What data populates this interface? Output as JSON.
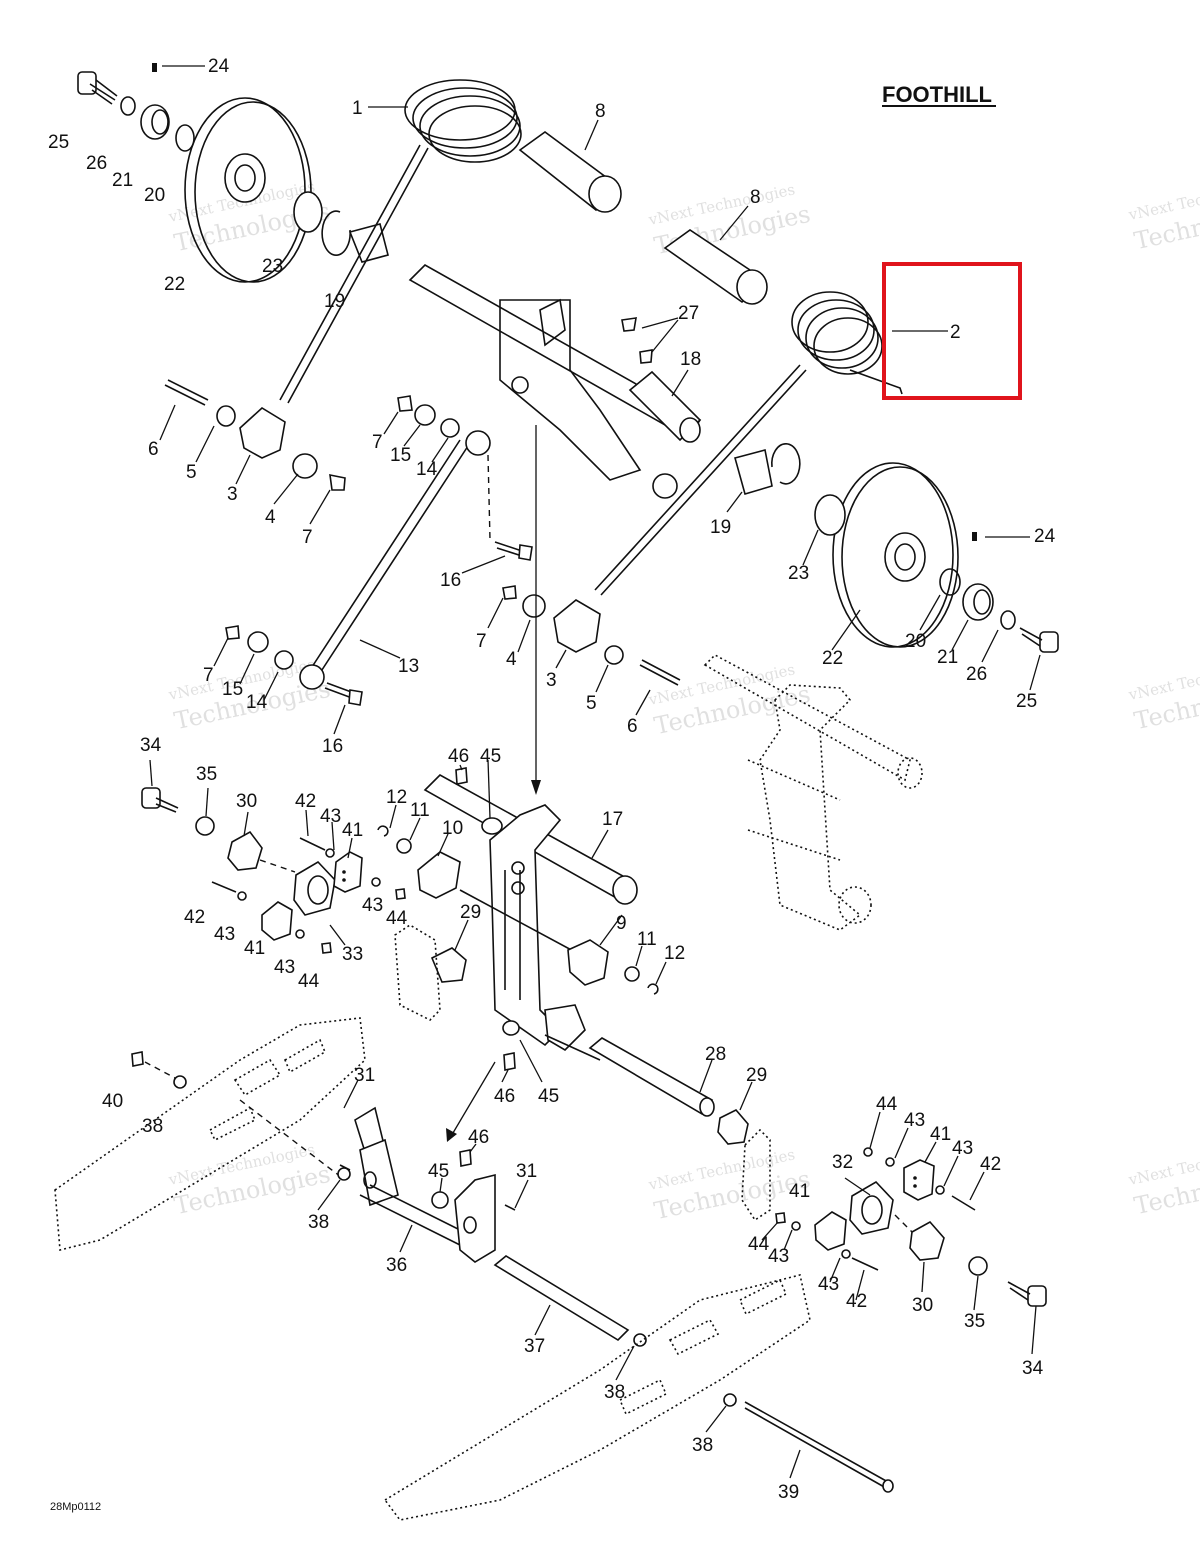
{
  "title": "FOOTHILL",
  "drawing_code": "28Mp0112",
  "watermark": {
    "line1": "vNext Technologies",
    "line2": "Technologies"
  },
  "highlight_color": "#e0141c",
  "part_callouts": [
    "24",
    "25",
    "26",
    "21",
    "20",
    "1",
    "8",
    "22",
    "23",
    "19",
    "8",
    "27",
    "2",
    "18",
    "6",
    "5",
    "3",
    "4",
    "7",
    "7",
    "15",
    "14",
    "16",
    "19",
    "23",
    "24",
    "20",
    "21",
    "22",
    "26",
    "25",
    "7",
    "4",
    "3",
    "5",
    "6",
    "13",
    "7",
    "15",
    "14",
    "16",
    "34",
    "35",
    "30",
    "42",
    "43",
    "41",
    "46",
    "45",
    "12",
    "11",
    "10",
    "17",
    "42",
    "43",
    "41",
    "43",
    "44",
    "33",
    "43",
    "44",
    "29",
    "9",
    "11",
    "12",
    "28",
    "29",
    "40",
    "38",
    "31",
    "46",
    "45",
    "46",
    "31",
    "38",
    "45",
    "36",
    "44",
    "43",
    "41",
    "43",
    "42",
    "32",
    "41",
    "44",
    "43",
    "43",
    "42",
    "30",
    "35",
    "34",
    "37",
    "38",
    "38",
    "39"
  ]
}
